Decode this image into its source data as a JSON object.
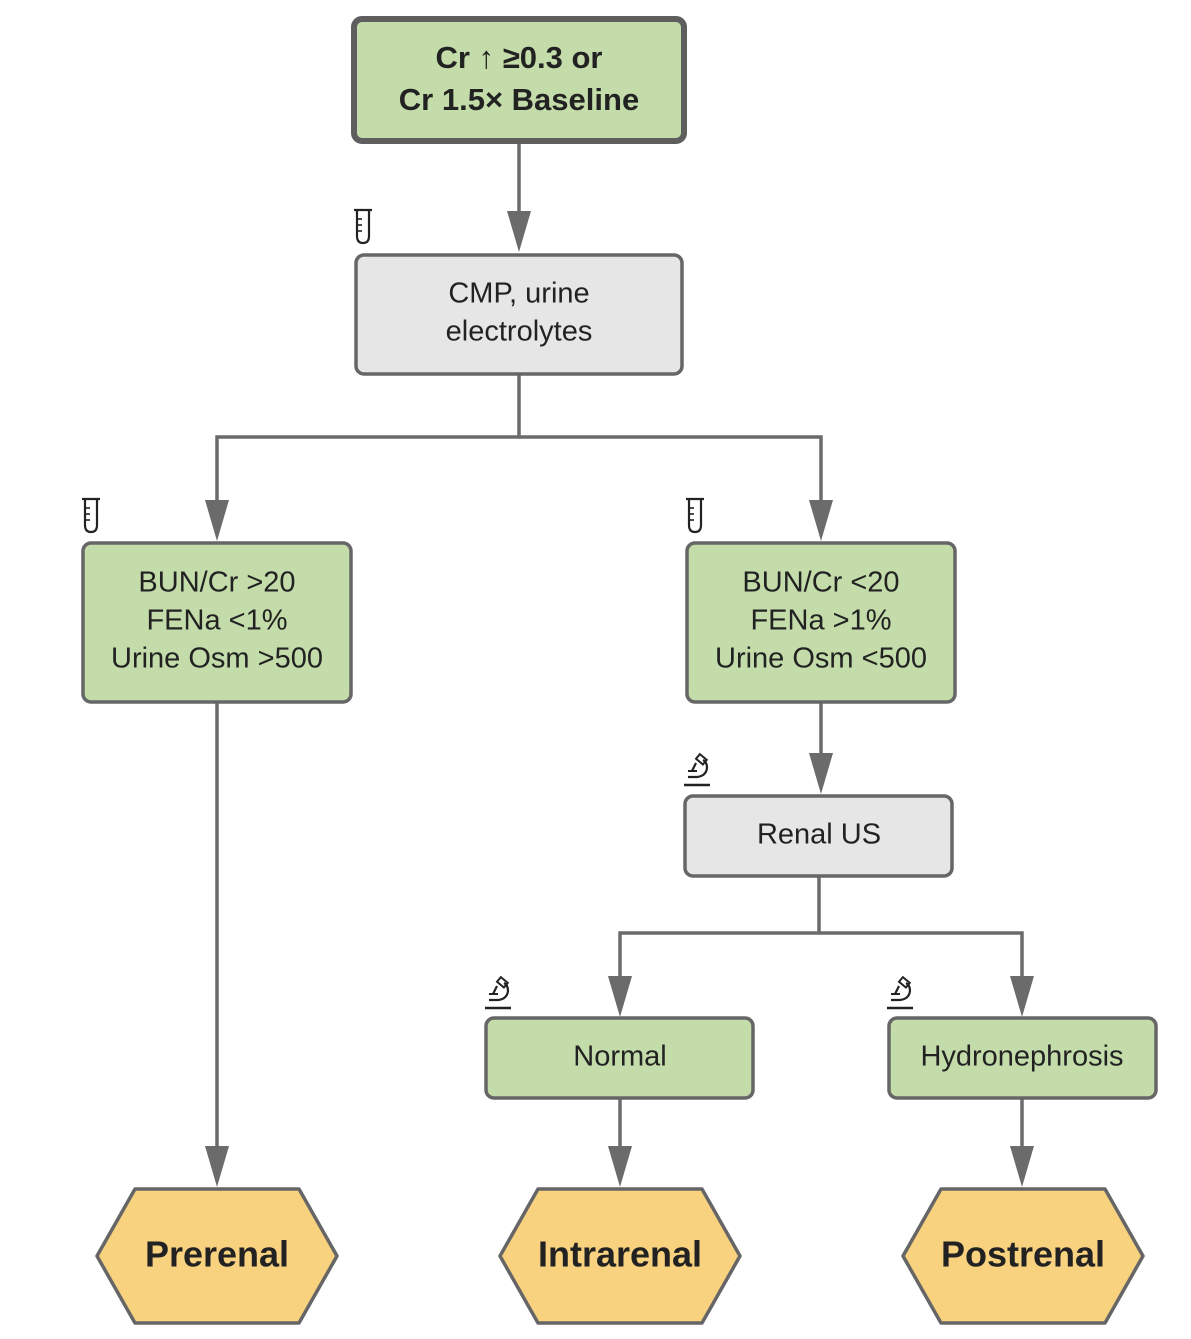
{
  "colors": {
    "green_fill": "#c3dcaa",
    "gray_fill": "#e6e6e6",
    "orange_fill": "#f8d27f",
    "stroke": "#666666",
    "text": "#222222"
  },
  "nodes": {
    "start": {
      "line1": "Cr ↑ ≥0.3 or",
      "line2": "Cr 1.5× Baseline"
    },
    "labs": {
      "icon": "test-tube-icon",
      "line1": "CMP, urine",
      "line2": "electrolytes"
    },
    "prerenal_criteria": {
      "icon": "test-tube-icon",
      "line1": "BUN/Cr >20",
      "line2": "FENa <1%",
      "line3": "Urine Osm >500"
    },
    "renal_criteria": {
      "icon": "test-tube-icon",
      "line1": "BUN/Cr <20",
      "line2": "FENa >1%",
      "line3": "Urine Osm <500"
    },
    "renal_us": {
      "icon": "microscope-icon",
      "label": "Renal US"
    },
    "normal": {
      "icon": "microscope-icon",
      "label": "Normal"
    },
    "hydronephrosis": {
      "icon": "microscope-icon",
      "label": "Hydronephrosis"
    }
  },
  "outcomes": {
    "prerenal": "Prerenal",
    "intrarenal": "Intrarenal",
    "postrenal": "Postrenal"
  }
}
